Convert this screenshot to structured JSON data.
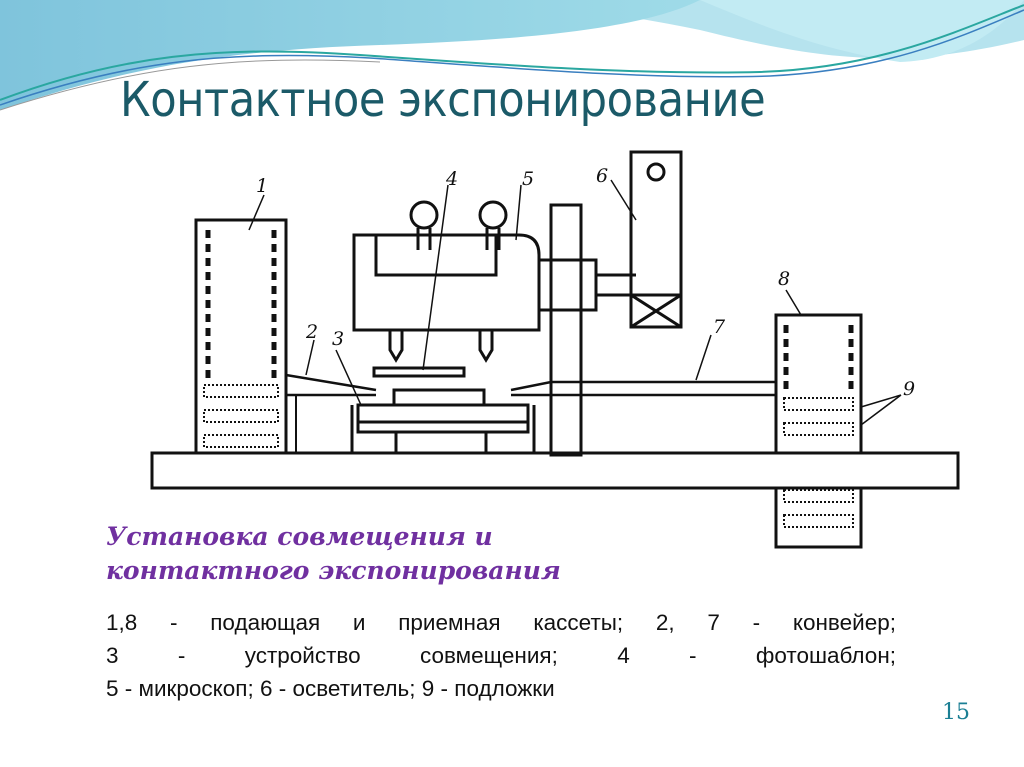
{
  "slide": {
    "title": "Контактное экспонирование",
    "caption_line1": "Установка совмещения и",
    "caption_line2": "контактного экспонирования",
    "legend": [
      "1,8 - подающая и приемная кассеты; 2, 7 - конвейер;",
      "3 - устройство совмещения; 4 - фотошаблон;",
      "5 - микроскоп; 6 - осветитель; 9 - подложки"
    ],
    "page_number": "15"
  },
  "diagram": {
    "labels": [
      "1",
      "2",
      "3",
      "4",
      "5",
      "6",
      "7",
      "8",
      "9"
    ]
  },
  "colors": {
    "title": "#1b5a68",
    "caption": "#7030a0",
    "accent": "#5bc0d8"
  }
}
